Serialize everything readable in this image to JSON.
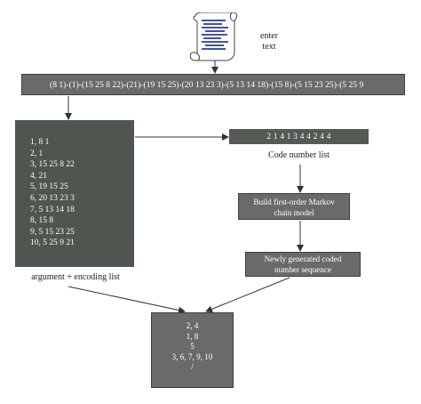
{
  "input": {
    "icon": "scroll-document-icon",
    "label_line1": "enter",
    "label_line2": "text"
  },
  "banner": {
    "text": "(8 1)-(1)-(15 25 8 22)-(21)-(19 15 25)-(20 13 23 3)-(5 13 14 18)-(15 8)-(5 15 23 25)-(5 25 9"
  },
  "argument_list": {
    "items": [
      "1, 8 1",
      "2, 1",
      "3, 15 25 8 22",
      "4, 21",
      "5, 19 15 25",
      "6, 20 13 23 3",
      "7, 5 13 14 18",
      "8, 15 8",
      "9, 5 15 23 25",
      "10, 5 25 9 21"
    ],
    "caption": "argument + encoding list"
  },
  "code_list": {
    "value": "2 1 4 1 3 4 4 2 4 4",
    "caption": "Code number list"
  },
  "markov": {
    "line1": "Build first-order Markov",
    "line2": "chain model"
  },
  "new_sequence": {
    "line1": "Newly generated coded",
    "line2": "number sequence"
  },
  "result": {
    "lines": [
      "2, 4",
      "1, 8",
      "5",
      "3, 6, 7, 9, 10",
      "/"
    ]
  },
  "colors": {
    "dark_box": "#4f554f",
    "mid_box": "#6a6a6a",
    "arrow": "#333333"
  }
}
